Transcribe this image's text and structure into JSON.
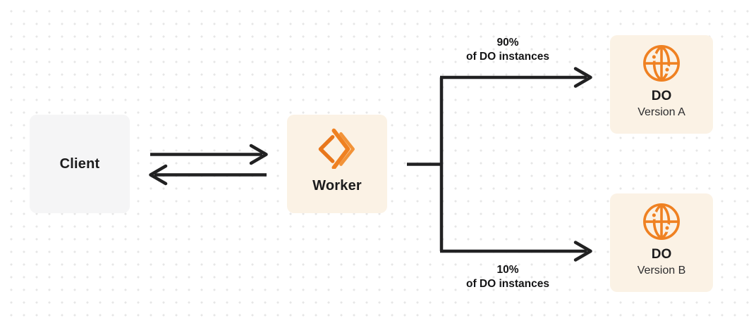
{
  "diagram": {
    "nodes": {
      "client": {
        "label": "Client"
      },
      "worker": {
        "label": "Worker"
      },
      "do_version_a": {
        "title": "DO",
        "subtitle": "Version A"
      },
      "do_version_b": {
        "title": "DO",
        "subtitle": "Version B"
      }
    },
    "edges": {
      "client_worker_request": {
        "direction": "right"
      },
      "worker_client_response": {
        "direction": "left"
      },
      "top_branch": {
        "percent": "90%",
        "caption": "of DO instances"
      },
      "bottom_branch": {
        "percent": "10%",
        "caption": "of DO instances"
      }
    },
    "icons": {
      "worker_icon": "cloudflare-workers-chevrons",
      "do_icon": "durable-object-globe"
    }
  },
  "colors": {
    "accent_orange": "#EF8122",
    "node_cream_bg": "#FBF2E5",
    "node_gray_bg": "#F5F5F6",
    "connector_dark": "#212122",
    "text_primary": "#1B1B1C",
    "dot_grid": "#E6E6E6"
  }
}
